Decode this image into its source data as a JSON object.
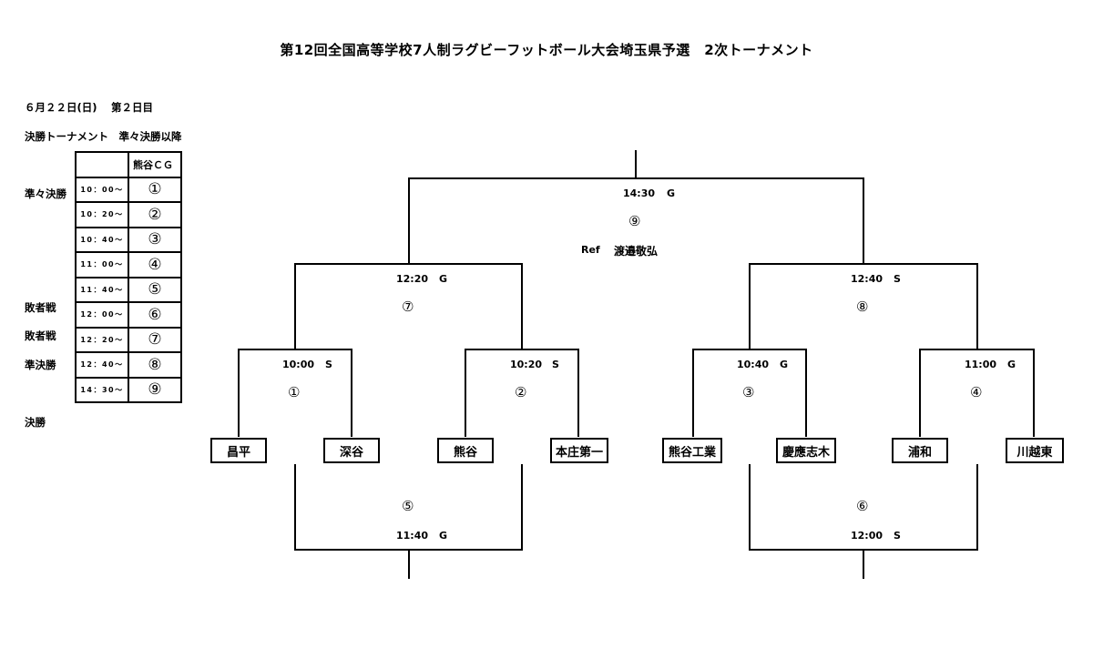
{
  "title": "第12回全国高等学校7人制ラグビーフットボール大会埼玉県予選　2次トーナメント",
  "date_line": "６月２２日(日)　 第２日目",
  "subtitle": "決勝トーナメント　準々決勝以降",
  "schedule": {
    "venue": "熊谷ＣＧ",
    "rows": [
      {
        "label": "準々決勝",
        "time": "10：00～",
        "match": "①"
      },
      {
        "label": "",
        "time": "10：20～",
        "match": "②"
      },
      {
        "label": "",
        "time": "10：40～",
        "match": "③"
      },
      {
        "label": "",
        "time": "11：00～",
        "match": "④"
      },
      {
        "label": "敗者戦",
        "time": "11：40～",
        "match": "⑤"
      },
      {
        "label": "敗者戦",
        "time": "12：00～",
        "match": "⑥"
      },
      {
        "label": "準決勝",
        "time": "12：20～",
        "match": "⑦"
      },
      {
        "label": "",
        "time": "12：40～",
        "match": "⑧"
      },
      {
        "label": "決勝",
        "time": "14：30～",
        "match": "⑨"
      }
    ]
  },
  "teams": [
    "昌平",
    "深谷",
    "熊谷",
    "本庄第一",
    "熊谷工業",
    "慶應志木",
    "浦和",
    "川越東"
  ],
  "matches": {
    "m1": {
      "time": "10:00",
      "field": "S",
      "num": "①"
    },
    "m2": {
      "time": "10:20",
      "field": "S",
      "num": "②"
    },
    "m3": {
      "time": "10:40",
      "field": "G",
      "num": "③"
    },
    "m4": {
      "time": "11:00",
      "field": "G",
      "num": "④"
    },
    "m5": {
      "time": "11:40",
      "field": "G",
      "num": "⑤"
    },
    "m6": {
      "time": "12:00",
      "field": "S",
      "num": "⑥"
    },
    "m7": {
      "time": "12:20",
      "field": "G",
      "num": "⑦"
    },
    "m8": {
      "time": "12:40",
      "field": "S",
      "num": "⑧"
    },
    "m9": {
      "time": "14:30",
      "field": "G",
      "num": "⑨",
      "ref_label": "Ref",
      "ref_name": "渡邉敬弘"
    }
  }
}
